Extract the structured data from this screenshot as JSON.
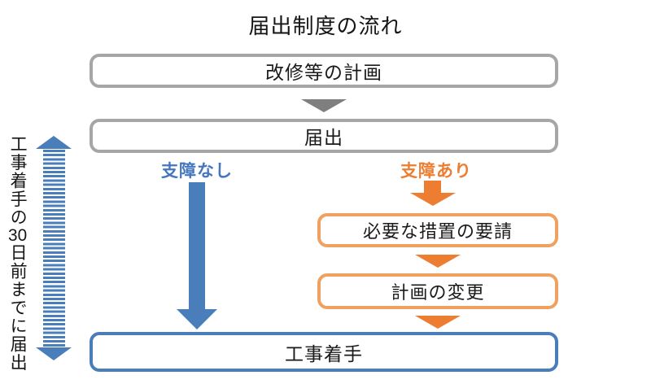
{
  "title": "届出制度の流れ",
  "flow": {
    "plan_box": "改修等の計画",
    "notification_box": "届出",
    "no_problem_label": "支障なし",
    "problem_label": "支障あり",
    "measures_box": "必要な措置の要請",
    "plan_change_box": "計画の変更",
    "construction_box": "工事着手"
  },
  "side_note": {
    "prefix": "工事着手の",
    "number": "30",
    "suffix": "日前までに届出"
  },
  "colors": {
    "gray_border": "#a6a6a6",
    "gray_arrow": "#7f7f7f",
    "blue": "#4a7ebb",
    "blue_label": "#4477be",
    "orange": "#ed7d31",
    "orange_border": "#f0a160",
    "background": "#ffffff"
  }
}
